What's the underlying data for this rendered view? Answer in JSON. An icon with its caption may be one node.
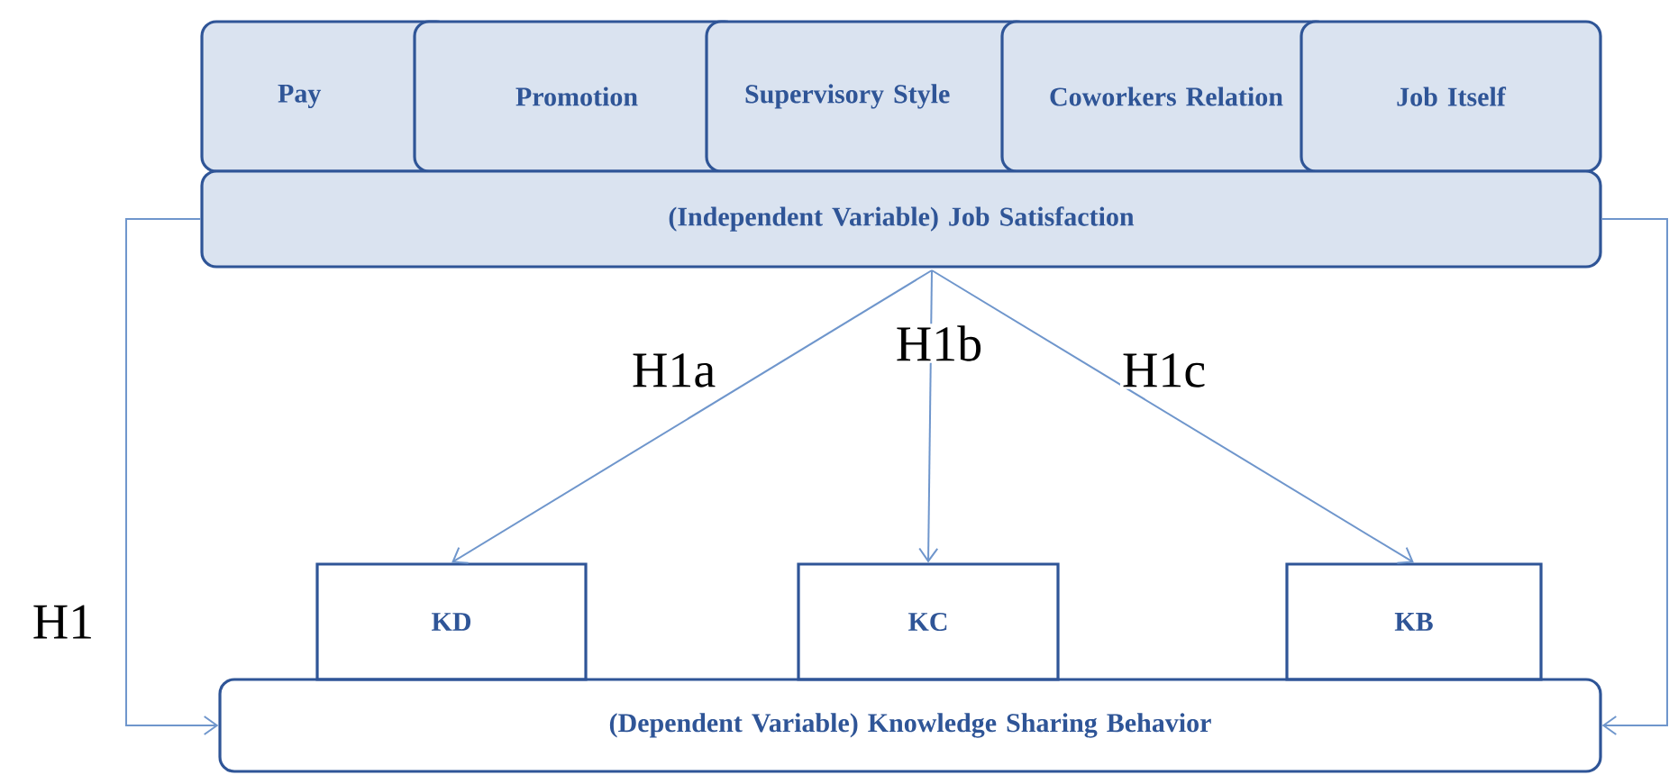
{
  "diagram": {
    "nodes": [
      {
        "text": [
          "Pay"
        ]
      },
      {
        "text": [
          "Promotion"
        ]
      },
      {
        "text": [
          "Supervisory Style"
        ]
      },
      {
        "text": [
          "Coworkers Relation"
        ]
      },
      {
        "text": [
          "Job Itself"
        ]
      },
      {
        "text": [
          "(Independent Variable) Job Satisfaction"
        ]
      },
      {
        "text": [
          "KD"
        ]
      },
      {
        "text": [
          "KC"
        ]
      },
      {
        "text": [
          "KB"
        ]
      },
      {
        "text": [
          "(Dependent Variable) Knowledge Sharing Behavior"
        ]
      }
    ],
    "edges": [
      {
        "from": 5,
        "to": 6,
        "arrow": "to",
        "label": "H1a"
      },
      {
        "from": 5,
        "to": 7,
        "arrow": "to",
        "label": "H1b"
      },
      {
        "from": 5,
        "to": 8,
        "arrow": "to",
        "label": "H1c"
      },
      {
        "from": 5,
        "to": 9,
        "arrow": "to",
        "label": "H1"
      },
      {
        "from": 5,
        "to": 9,
        "arrow": "to"
      }
    ]
  }
}
